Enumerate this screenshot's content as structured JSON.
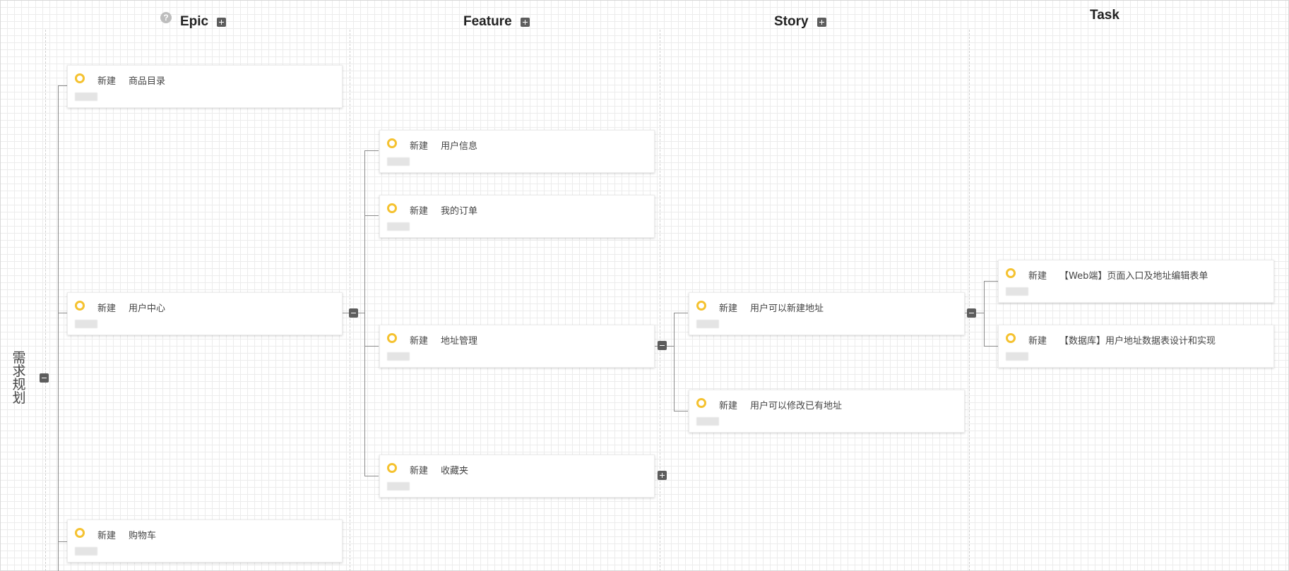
{
  "columns": {
    "epic": {
      "title": "Epic",
      "help": "?"
    },
    "feature": {
      "title": "Feature"
    },
    "story": {
      "title": "Story"
    },
    "task": {
      "title": "Task"
    }
  },
  "root": {
    "label": "需求规划"
  },
  "epics": [
    {
      "status": "新建",
      "title": "商品目录"
    },
    {
      "status": "新建",
      "title": "用户中心"
    },
    {
      "status": "新建",
      "title": "购物车"
    }
  ],
  "features": [
    {
      "status": "新建",
      "title": "用户信息"
    },
    {
      "status": "新建",
      "title": "我的订单"
    },
    {
      "status": "新建",
      "title": "地址管理"
    },
    {
      "status": "新建",
      "title": "收藏夹"
    }
  ],
  "stories": [
    {
      "status": "新建",
      "title": "用户可以新建地址"
    },
    {
      "status": "新建",
      "title": "用户可以修改已有地址"
    }
  ],
  "tasks": [
    {
      "status": "新建",
      "title": "【Web端】页面入口及地址编辑表单"
    },
    {
      "status": "新建",
      "title": "【数据库】用户地址数据表设计和实现"
    }
  ]
}
